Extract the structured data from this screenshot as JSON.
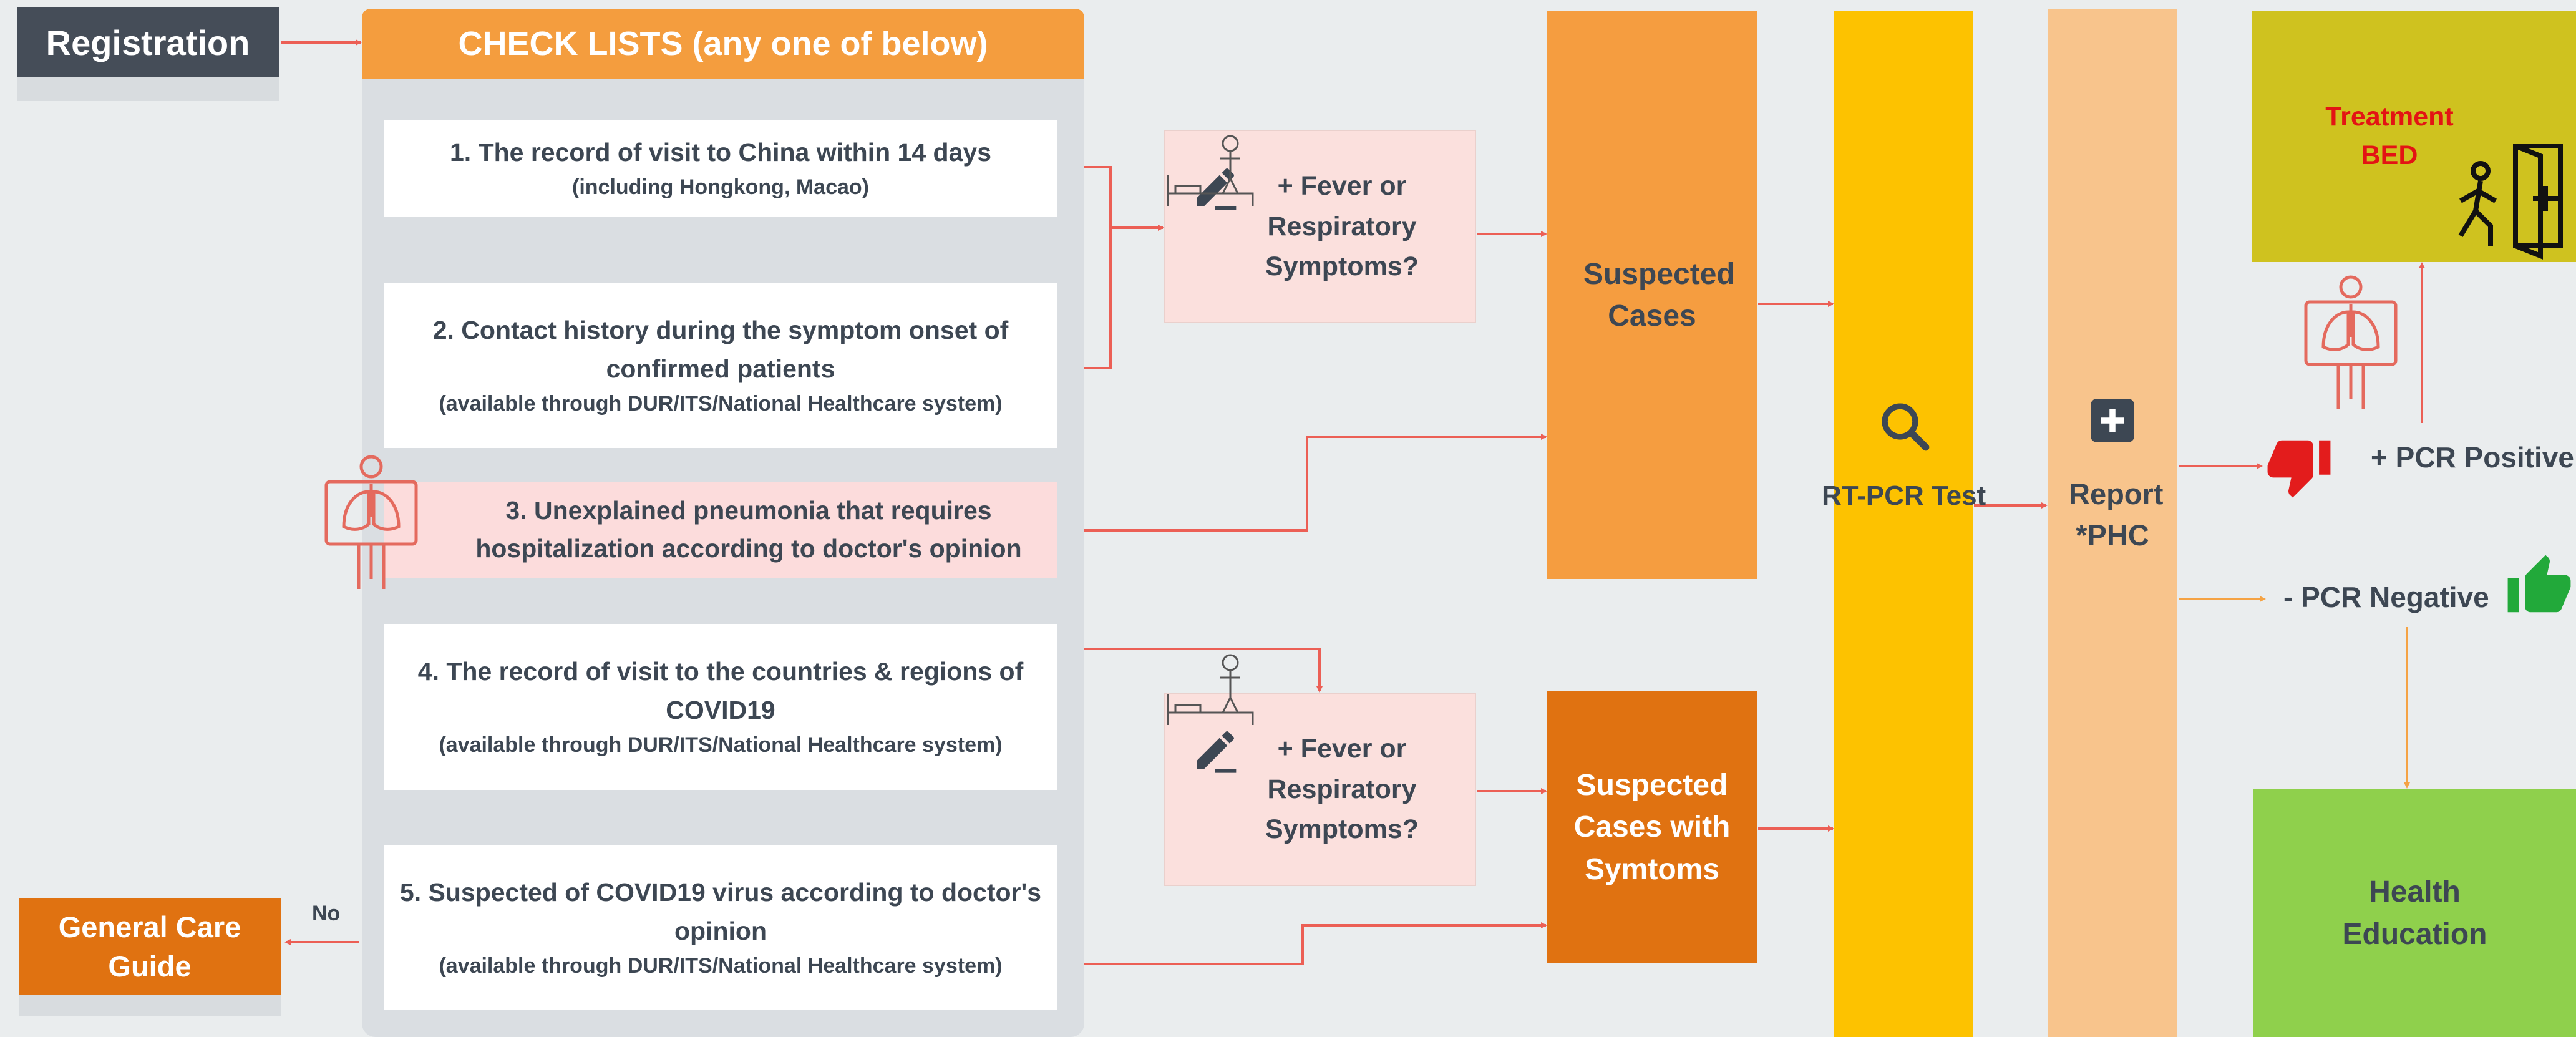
{
  "registration": {
    "label": "Registration"
  },
  "checklists": {
    "header": "CHECK LISTS (any one of below)",
    "items": [
      {
        "main": "1. The record of visit to China within 14 days",
        "sub": "(including Hongkong, Macao)"
      },
      {
        "main": "2. Contact history during the symptom onset of confirmed patients",
        "sub": "(available through DUR/ITS/National Healthcare system)"
      },
      {
        "main": "3. Unexplained pneumonia that requires hospitalization according to doctor's opinion",
        "sub": ""
      },
      {
        "main": "4. The record of visit to the countries & regions of COVID19",
        "sub": "(available through DUR/ITS/National Healthcare system)"
      },
      {
        "main": "5. Suspected of COVID19 virus according to doctor's opinion",
        "sub": "(available through DUR/ITS/National Healthcare system)"
      }
    ]
  },
  "fever_check": {
    "text": "+ Fever or Respiratory Symptoms?",
    "icon": "pencil-icon"
  },
  "suspected_cases": "Suspected Cases",
  "suspected_symptoms": "Suspected Cases with Symtoms",
  "rtpcr": {
    "label": "RT-PCR Test",
    "icon": "magnifier-icon"
  },
  "report": {
    "label": "Report *PHC",
    "icon": "plus-square-icon"
  },
  "treatment": {
    "label": "Treatment BED",
    "icon": "exit-door-icon"
  },
  "pcr_positive": {
    "label": "+ PCR Positive",
    "icon": "thumbs-down-icon"
  },
  "pcr_negative": {
    "label": "- PCR Negative",
    "icon": "thumbs-up-icon"
  },
  "health_education": "Health Education",
  "general_care": {
    "label": "General Care Guide",
    "branch": "No"
  },
  "colors": {
    "registration": "#454d58",
    "checklist_header": "#f49d3e",
    "suspected": "#f59d40",
    "suspected_symptoms": "#e07211",
    "rtpcr": "#fdc200",
    "report": "#f8c48c",
    "treatment": "#cfc21f",
    "health": "#8fd04c",
    "arrow_red": "#ec5f55",
    "arrow_orange": "#f5a344"
  }
}
